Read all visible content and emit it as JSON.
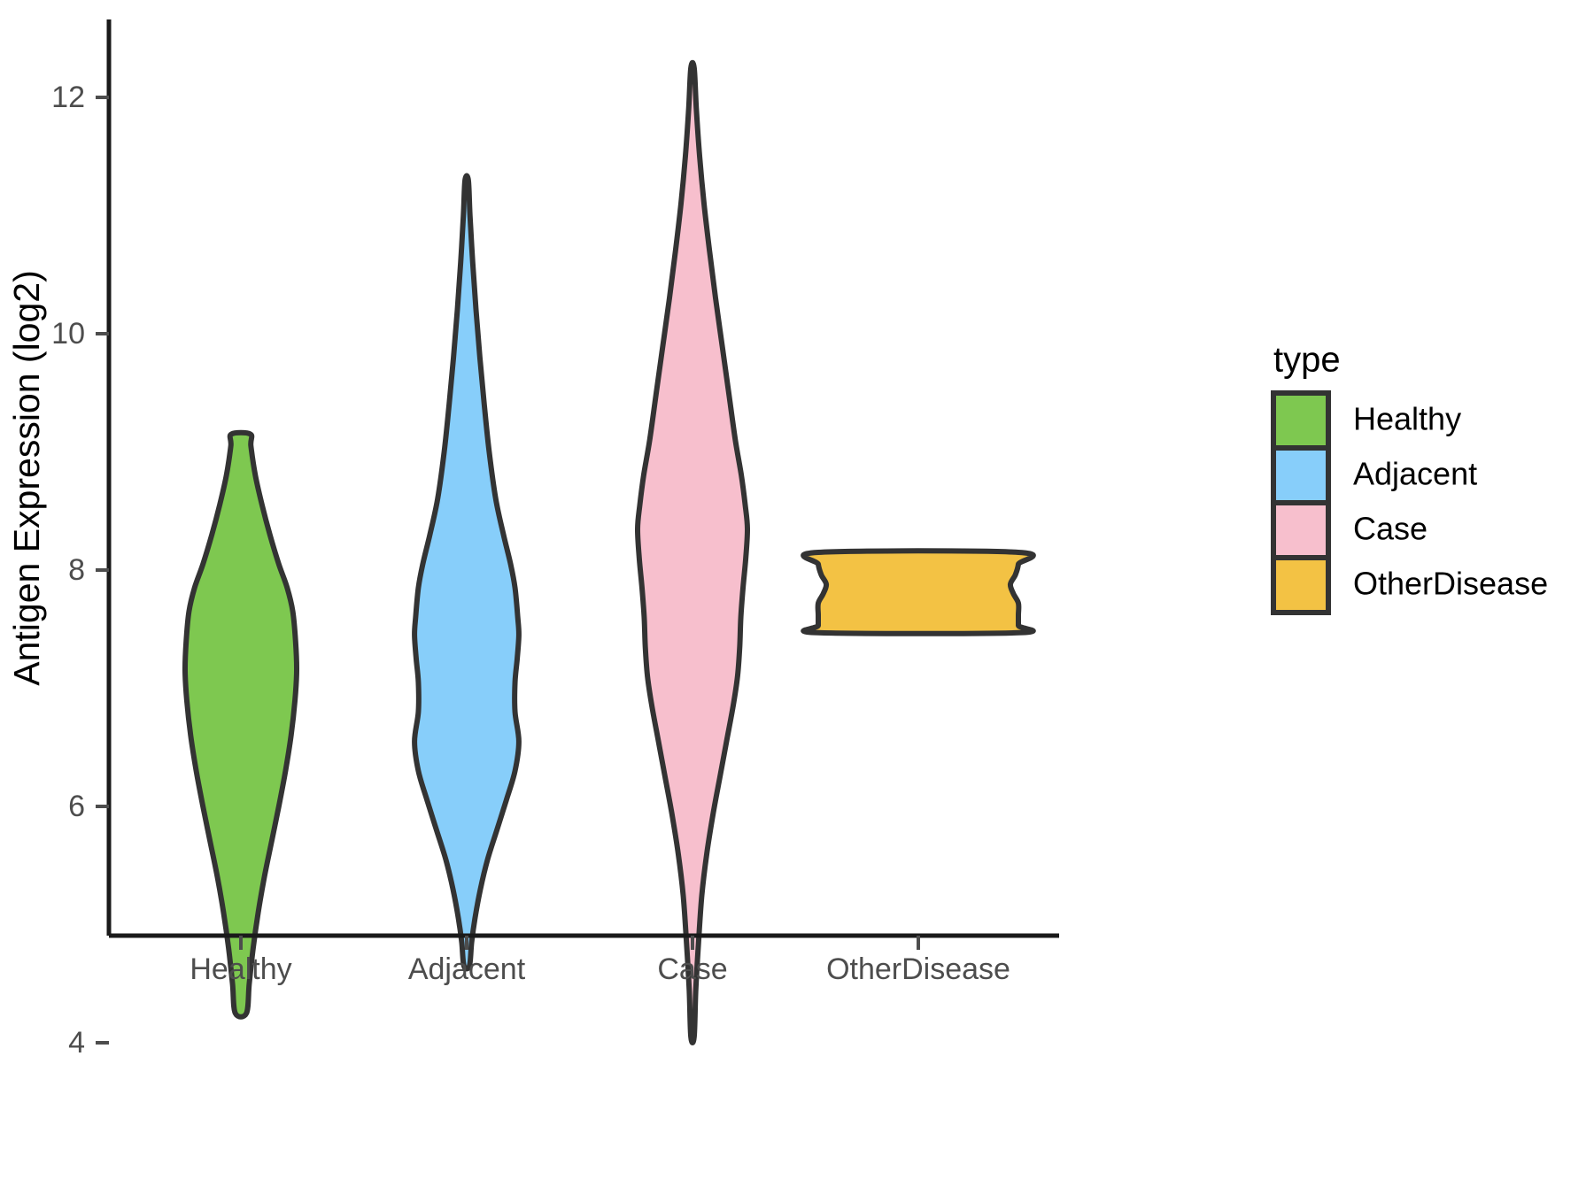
{
  "chart_data": {
    "type": "violin",
    "title": "",
    "xlabel": "",
    "ylabel": "Antigen Expression (log2)",
    "ylim": [
      3.6,
      12.6
    ],
    "yticks": [
      4,
      6,
      8,
      10,
      12
    ],
    "ytick_labels": [
      "4",
      "6",
      "8",
      "10",
      "12"
    ],
    "categories": [
      "Healthy",
      "Adjacent",
      "Case",
      "OtherDisease"
    ],
    "grid": false,
    "legend": {
      "title": "type",
      "position": "right",
      "entries": [
        {
          "label": "Healthy",
          "color": "#7EC850"
        },
        {
          "label": "Adjacent",
          "color": "#87CEFA"
        },
        {
          "label": "Case",
          "color": "#F7BFCD"
        },
        {
          "label": "OtherDisease",
          "color": "#F3C244"
        }
      ]
    },
    "series": [
      {
        "name": "Healthy",
        "color": "#7EC850",
        "min": 4.25,
        "max": 9.15,
        "mode": 7.65,
        "density_profile": [
          {
            "y": 9.15,
            "w": 0.17
          },
          {
            "y": 9.05,
            "w": 0.18
          },
          {
            "y": 8.8,
            "w": 0.26
          },
          {
            "y": 8.55,
            "w": 0.38
          },
          {
            "y": 8.3,
            "w": 0.52
          },
          {
            "y": 8.05,
            "w": 0.68
          },
          {
            "y": 7.85,
            "w": 0.83
          },
          {
            "y": 7.65,
            "w": 0.93
          },
          {
            "y": 7.4,
            "w": 0.98
          },
          {
            "y": 7.15,
            "w": 1.0
          },
          {
            "y": 6.9,
            "w": 0.97
          },
          {
            "y": 6.6,
            "w": 0.9
          },
          {
            "y": 6.3,
            "w": 0.8
          },
          {
            "y": 6.0,
            "w": 0.68
          },
          {
            "y": 5.7,
            "w": 0.55
          },
          {
            "y": 5.4,
            "w": 0.42
          },
          {
            "y": 5.1,
            "w": 0.31
          },
          {
            "y": 4.8,
            "w": 0.22
          },
          {
            "y": 4.5,
            "w": 0.15
          },
          {
            "y": 4.25,
            "w": 0.1
          }
        ]
      },
      {
        "name": "Adjacent",
        "color": "#87CEFA",
        "min": 4.65,
        "max": 11.3,
        "mode": 7.45,
        "density_profile": [
          {
            "y": 11.3,
            "w": 0.03
          },
          {
            "y": 11.0,
            "w": 0.06
          },
          {
            "y": 10.6,
            "w": 0.11
          },
          {
            "y": 10.2,
            "w": 0.17
          },
          {
            "y": 9.8,
            "w": 0.24
          },
          {
            "y": 9.4,
            "w": 0.32
          },
          {
            "y": 9.0,
            "w": 0.41
          },
          {
            "y": 8.6,
            "w": 0.53
          },
          {
            "y": 8.3,
            "w": 0.67
          },
          {
            "y": 8.05,
            "w": 0.8
          },
          {
            "y": 7.85,
            "w": 0.88
          },
          {
            "y": 7.6,
            "w": 0.93
          },
          {
            "y": 7.45,
            "w": 0.95
          },
          {
            "y": 7.25,
            "w": 0.92
          },
          {
            "y": 7.05,
            "w": 0.88
          },
          {
            "y": 6.8,
            "w": 0.88
          },
          {
            "y": 6.55,
            "w": 0.95
          },
          {
            "y": 6.3,
            "w": 0.88
          },
          {
            "y": 6.05,
            "w": 0.72
          },
          {
            "y": 5.8,
            "w": 0.55
          },
          {
            "y": 5.55,
            "w": 0.38
          },
          {
            "y": 5.3,
            "w": 0.25
          },
          {
            "y": 5.05,
            "w": 0.15
          },
          {
            "y": 4.85,
            "w": 0.09
          },
          {
            "y": 4.65,
            "w": 0.05
          }
        ]
      },
      {
        "name": "Case",
        "color": "#F7BFCD",
        "min": 4.05,
        "max": 12.25,
        "mode": 8.35,
        "density_profile": [
          {
            "y": 12.25,
            "w": 0.03
          },
          {
            "y": 11.9,
            "w": 0.07
          },
          {
            "y": 11.5,
            "w": 0.13
          },
          {
            "y": 11.1,
            "w": 0.21
          },
          {
            "y": 10.7,
            "w": 0.31
          },
          {
            "y": 10.3,
            "w": 0.42
          },
          {
            "y": 9.9,
            "w": 0.54
          },
          {
            "y": 9.5,
            "w": 0.66
          },
          {
            "y": 9.1,
            "w": 0.78
          },
          {
            "y": 8.8,
            "w": 0.89
          },
          {
            "y": 8.55,
            "w": 0.96
          },
          {
            "y": 8.35,
            "w": 1.0
          },
          {
            "y": 8.1,
            "w": 0.97
          },
          {
            "y": 7.85,
            "w": 0.92
          },
          {
            "y": 7.6,
            "w": 0.88
          },
          {
            "y": 7.35,
            "w": 0.86
          },
          {
            "y": 7.1,
            "w": 0.82
          },
          {
            "y": 6.85,
            "w": 0.74
          },
          {
            "y": 6.55,
            "w": 0.62
          },
          {
            "y": 6.25,
            "w": 0.5
          },
          {
            "y": 5.95,
            "w": 0.38
          },
          {
            "y": 5.6,
            "w": 0.26
          },
          {
            "y": 5.25,
            "w": 0.17
          },
          {
            "y": 4.85,
            "w": 0.11
          },
          {
            "y": 4.45,
            "w": 0.06
          },
          {
            "y": 4.05,
            "w": 0.03
          }
        ]
      },
      {
        "name": "OtherDisease",
        "color": "#F3C244",
        "min": 7.47,
        "max": 8.15,
        "mode": 7.8,
        "density_profile": [
          {
            "y": 8.15,
            "w": 1.0
          },
          {
            "y": 8.05,
            "w": 1.0
          },
          {
            "y": 7.96,
            "w": 0.97
          },
          {
            "y": 7.88,
            "w": 0.92
          },
          {
            "y": 7.8,
            "w": 0.95
          },
          {
            "y": 7.72,
            "w": 1.0
          },
          {
            "y": 7.62,
            "w": 1.0
          },
          {
            "y": 7.53,
            "w": 1.0
          },
          {
            "y": 7.47,
            "w": 1.0
          }
        ]
      }
    ]
  },
  "axes": {
    "y_title": "Antigen Expression (log2)",
    "y_tick_labels": [
      "12",
      "10",
      "8",
      "6",
      "4"
    ],
    "x_tick_labels": [
      "Healthy",
      "Adjacent",
      "Case",
      "OtherDisease"
    ]
  },
  "legend": {
    "title": "type",
    "items": [
      {
        "label": "Healthy",
        "color": "#7EC850"
      },
      {
        "label": "Adjacent",
        "color": "#87CEFA"
      },
      {
        "label": "Case",
        "color": "#F7BFCD"
      },
      {
        "label": "OtherDisease",
        "color": "#F3C244"
      }
    ]
  }
}
